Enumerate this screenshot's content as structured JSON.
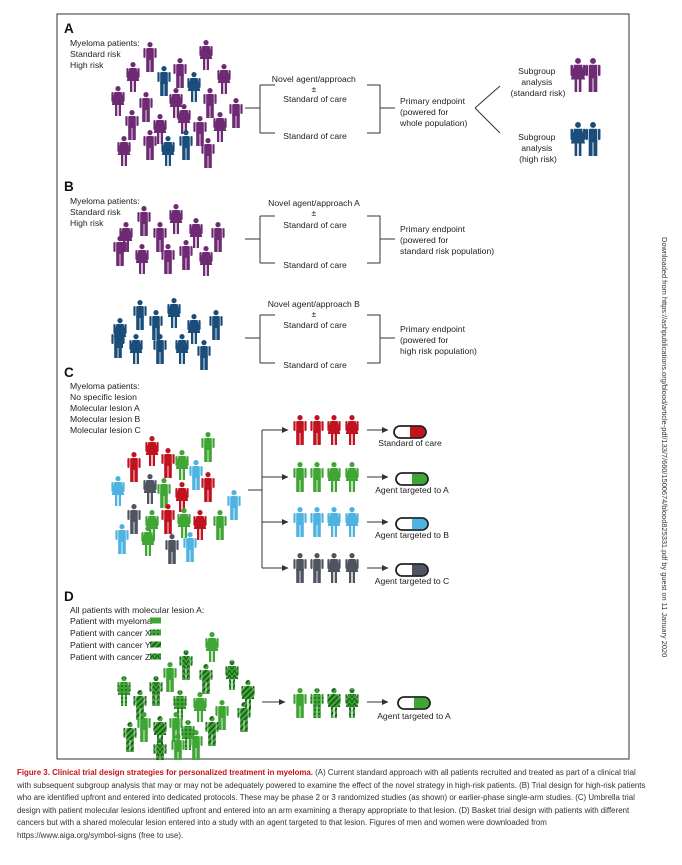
{
  "colors": {
    "standard": "#6f2a74",
    "high": "#1b4d7a",
    "none": "#c1121f",
    "lesion_a": "#3fa535",
    "lesion_b": "#4eb3e1",
    "lesion_c": "#4f5560",
    "line": "#333333",
    "caption_title": "#c2141d"
  },
  "panelA": {
    "letter": "A",
    "legend": {
      "title": "Myeloma patients:",
      "standard": "Standard risk",
      "high": "High risk"
    },
    "arm1": [
      "Novel agent/approach",
      "±",
      "Standard of care"
    ],
    "arm2": "Standard of care",
    "endpoint": [
      "Primary endpoint",
      "(powered for",
      "whole population)"
    ],
    "sub1": [
      "Subgroup",
      "analysis",
      "(standard risk)"
    ],
    "sub2": [
      "Subgroup",
      "analysis",
      "(high risk)"
    ]
  },
  "panelB": {
    "letter": "B",
    "legend": {
      "title": "Myeloma patients:",
      "standard": "Standard risk",
      "high": "High risk"
    },
    "trial1": {
      "arm1": [
        "Novel agent/approach A",
        "±",
        "Standard of care"
      ],
      "arm2": "Standard of care",
      "endpoint": [
        "Primary endpoint",
        "(powered for",
        "standard risk population)"
      ]
    },
    "trial2": {
      "arm1": [
        "Novel agent/approach B",
        "±",
        "Standard of care"
      ],
      "arm2": "Standard of care",
      "endpoint": [
        "Primary endpoint",
        "(powered for",
        "high risk population)"
      ]
    }
  },
  "panelC": {
    "letter": "C",
    "legend": {
      "title": "Myeloma patients:",
      "none": "No specific lesion",
      "a": "Molecular lesion A",
      "b": "Molecular lesion B",
      "c": "Molecular lesion C"
    },
    "arms": [
      "Standard of care",
      "Agent targeted to A",
      "Agent targeted to B",
      "Agent targeted to C"
    ]
  },
  "panelD": {
    "letter": "D",
    "title": "All patients with molecular lesion A:",
    "legend": [
      "Patient with myeloma",
      "Patient with cancer X",
      "Patient with cancer Y",
      "Patient with cancer Z"
    ],
    "arm": "Agent targeted to A"
  },
  "caption": {
    "title": "Figure 3. Clinical trial design strategies for personalized treatment in myeloma.",
    "body": " (A) Current standard approach with all patients recruited and treated as part of a clinical trial with subsequent subgroup analysis that may or may not be adequately powered to examine the effect of the novel strategy in high-risk patients. (B) Trial design for high-risk patients who are identified upfront and entered into dedicated protocols. These may be phase 2 or 3 randomized studies (as shown) or earlier-phase single-arm studies. (C) Umbrella trial design with patient molecular lesions identified upfront and entered into an arm examining a therapy appropriate to that lesion. (D) Basket trial design with patients with different cancers but with a shared molecular lesion entered into a study with an agent targeted to that lesion. Figures of men and women were downloaded from https://www.aiga.org/symbol-signs (free to use)."
  },
  "sidenote": "Downloaded from https://ashpublications.org/blood/article-pdf/133/7/660/1500674/blood825331.pdf by guest on 11 January 2020"
}
